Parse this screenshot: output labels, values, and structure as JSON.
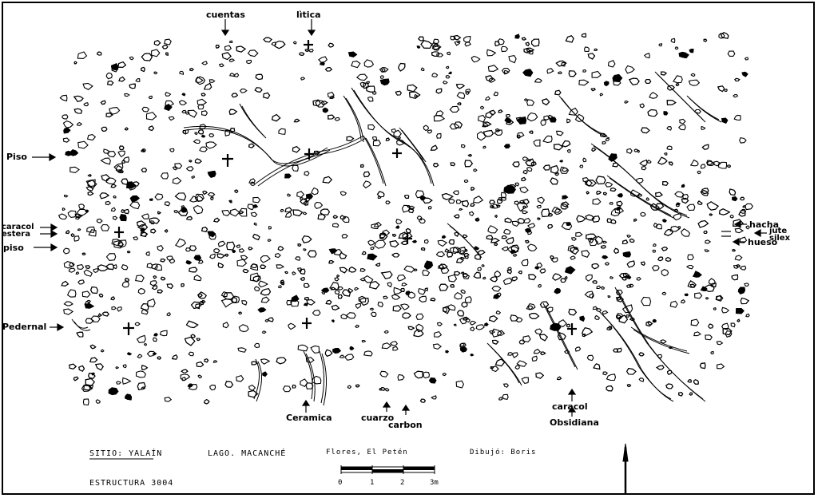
{
  "labels": {
    "cuentas": "cuentas",
    "litica": "lìtica",
    "piso_top": "Piso",
    "caracol_left": "caracol",
    "estera": "estera",
    "piso_left": "piso",
    "pedernal": "Pedernal",
    "hacha": "hacha",
    "hueso": "hueso",
    "jute": "jute",
    "silex": "silex",
    "ceramica": "Ceramica",
    "cuarzo": "cuarzo",
    "carbon": "carbon",
    "caracol_bottom": "caracol",
    "obsidiana": "Obsidiana"
  },
  "footer": {
    "sitio": "SITIO: YALAÍN",
    "lago": "LAGO. MACANCHÉ",
    "lugar": "Flores, El Petén",
    "dibujo": "Dibujó: Boris",
    "estructura": "ESTRUCTURA 3004"
  },
  "scale_bar": {
    "ticks": [
      "0",
      "1",
      "2",
      "3m"
    ]
  },
  "icons": [
    "arrow-icon",
    "north-arrow-icon",
    "cross-marker-icon"
  ]
}
